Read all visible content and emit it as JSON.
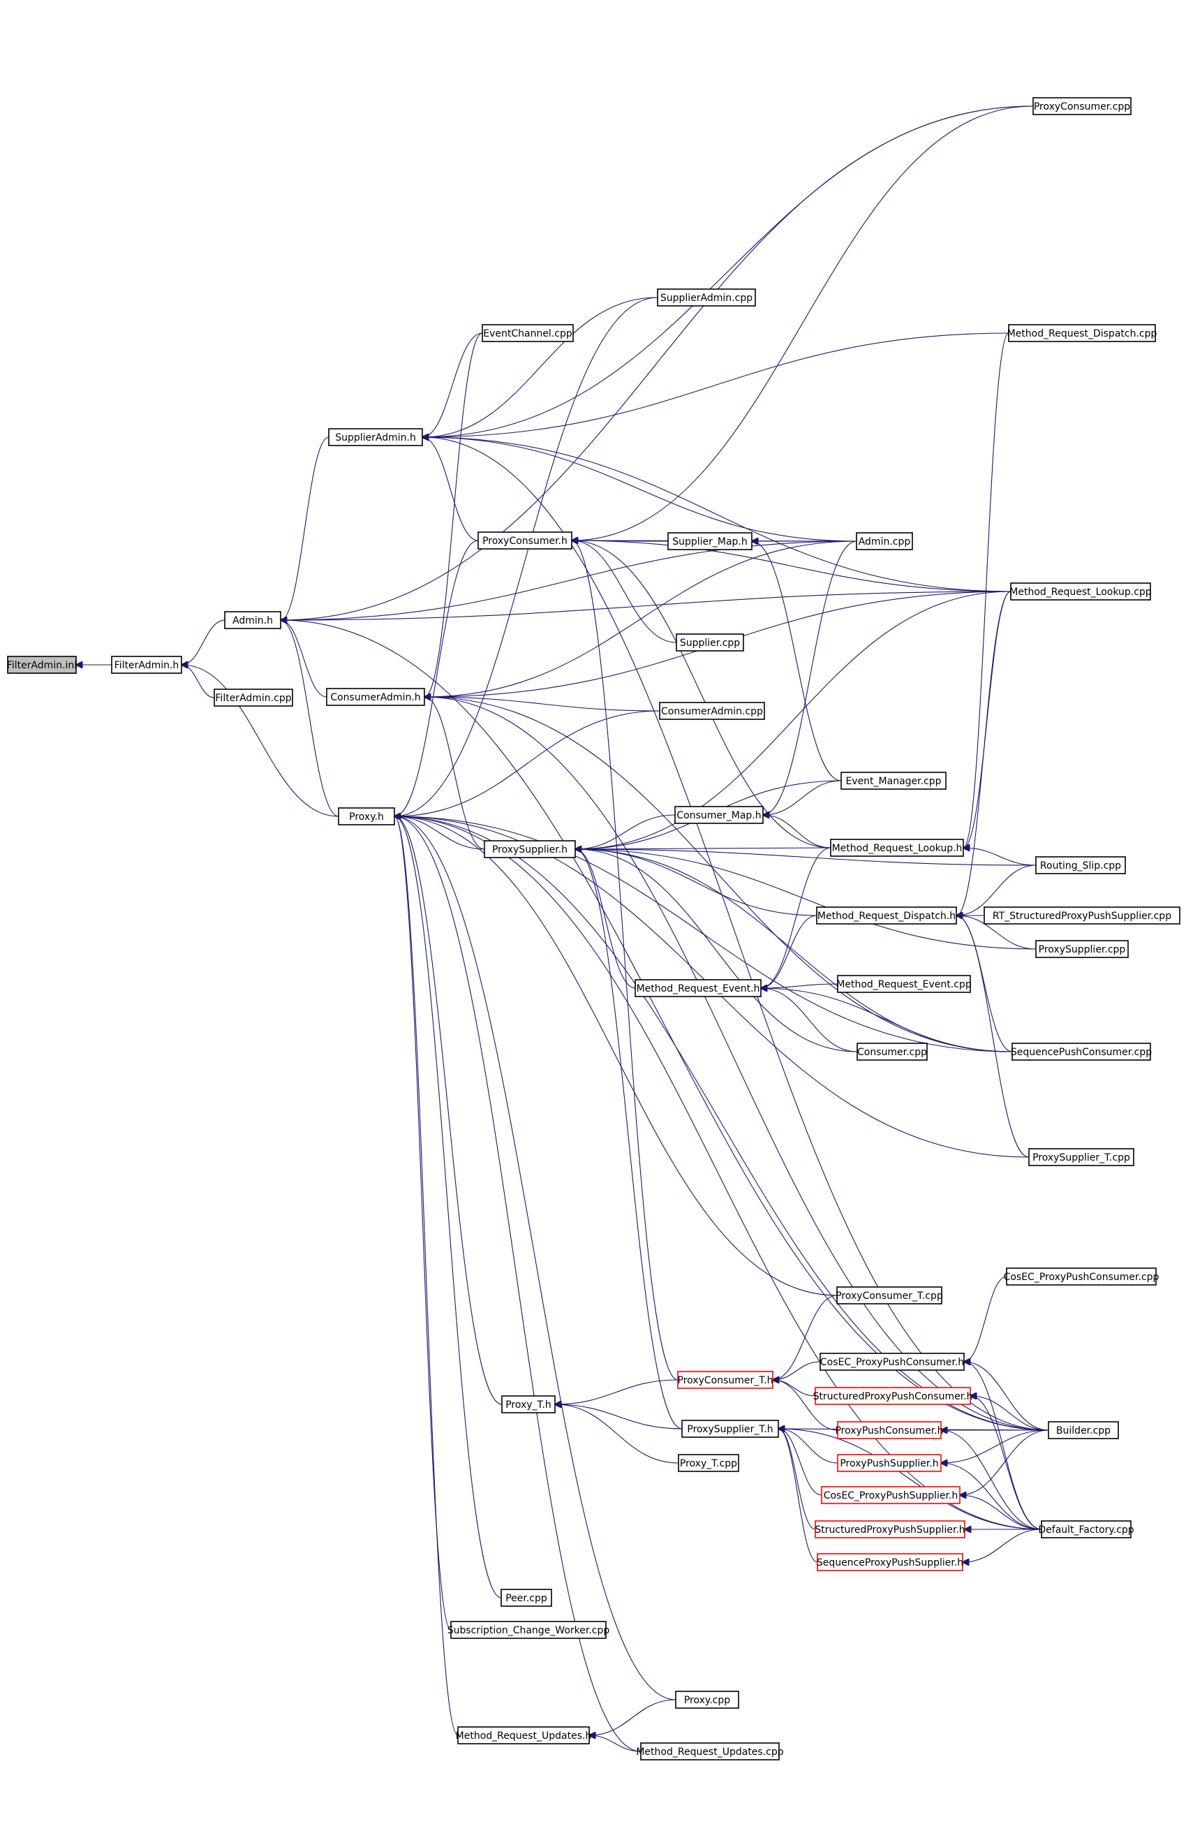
{
  "graph": {
    "edge_color": "#191970",
    "node_border_color": "#000000",
    "truncated_node_border_color": "#ff0000",
    "root_fill_color": "#bfbfbf",
    "nodes": [
      {
        "id": "filteradmin_inl",
        "label": "FilterAdmin.inl",
        "root": true
      },
      {
        "id": "filteradmin_h",
        "label": "FilterAdmin.h"
      },
      {
        "id": "filteradmin_cpp",
        "label": "FilterAdmin.cpp"
      },
      {
        "id": "admin_h",
        "label": "Admin.h"
      },
      {
        "id": "supplieradmin_h",
        "label": "SupplierAdmin.h"
      },
      {
        "id": "consumeradmin_h",
        "label": "ConsumerAdmin.h"
      },
      {
        "id": "proxy_h",
        "label": "Proxy.h"
      },
      {
        "id": "eventchannel_cpp",
        "label": "EventChannel.cpp"
      },
      {
        "id": "supplieradmin_cpp",
        "label": "SupplierAdmin.cpp"
      },
      {
        "id": "proxyconsumer_h",
        "label": "ProxyConsumer.h"
      },
      {
        "id": "supplier_map_h",
        "label": "Supplier_Map.h"
      },
      {
        "id": "supplier_cpp",
        "label": "Supplier.cpp"
      },
      {
        "id": "consumeradmin_cpp",
        "label": "ConsumerAdmin.cpp"
      },
      {
        "id": "proxysupplier_h",
        "label": "ProxySupplier.h"
      },
      {
        "id": "consumer_map_h",
        "label": "Consumer_Map.h"
      },
      {
        "id": "mr_event_h",
        "label": "Method_Request_Event.h"
      },
      {
        "id": "mr_event_cpp",
        "label": "Method_Request_Event.cpp"
      },
      {
        "id": "consumer_cpp",
        "label": "Consumer.cpp"
      },
      {
        "id": "proxyconsumer_cpp",
        "label": "ProxyConsumer.cpp"
      },
      {
        "id": "mr_dispatch_cpp",
        "label": "Method_Request_Dispatch.cpp"
      },
      {
        "id": "admin_cpp",
        "label": "Admin.cpp"
      },
      {
        "id": "mr_lookup_cpp",
        "label": "Method_Request_Lookup.cpp"
      },
      {
        "id": "event_manager_cpp",
        "label": "Event_Manager.cpp"
      },
      {
        "id": "mr_lookup_h",
        "label": "Method_Request_Lookup.h"
      },
      {
        "id": "routing_slip_cpp",
        "label": "Routing_Slip.cpp"
      },
      {
        "id": "mr_dispatch_h",
        "label": "Method_Request_Dispatch.h"
      },
      {
        "id": "rt_sppsupplier_cpp",
        "label": "RT_StructuredProxyPushSupplier.cpp"
      },
      {
        "id": "proxysupplier_cpp",
        "label": "ProxySupplier.cpp"
      },
      {
        "id": "seqpushconsumer_cpp",
        "label": "SequencePushConsumer.cpp"
      },
      {
        "id": "proxysupplier_t_cpp",
        "label": "ProxySupplier_T.cpp"
      },
      {
        "id": "cosec_ppc_cpp",
        "label": "CosEC_ProxyPushConsumer.cpp"
      },
      {
        "id": "proxyconsumer_t_cpp",
        "label": "ProxyConsumer_T.cpp"
      },
      {
        "id": "proxyconsumer_t_h",
        "label": "ProxyConsumer_T.h",
        "truncated": true
      },
      {
        "id": "cosec_ppc_h",
        "label": "CosEC_ProxyPushConsumer.h"
      },
      {
        "id": "structured_ppc_h",
        "label": "StructuredProxyPushConsumer.h",
        "truncated": true
      },
      {
        "id": "proxy_t_h",
        "label": "Proxy_T.h"
      },
      {
        "id": "proxysupplier_t_h",
        "label": "ProxySupplier_T.h"
      },
      {
        "id": "proxypushconsumer_h",
        "label": "ProxyPushConsumer.h",
        "truncated": true
      },
      {
        "id": "builder_cpp",
        "label": "Builder.cpp"
      },
      {
        "id": "proxypushsupplier_h",
        "label": "ProxyPushSupplier.h",
        "truncated": true
      },
      {
        "id": "proxy_t_cpp",
        "label": "Proxy_T.cpp"
      },
      {
        "id": "cosec_pps_h",
        "label": "CosEC_ProxyPushSupplier.h",
        "truncated": true
      },
      {
        "id": "structured_pps_h",
        "label": "StructuredProxyPushSupplier.h",
        "truncated": true
      },
      {
        "id": "default_factory_cpp",
        "label": "Default_Factory.cpp"
      },
      {
        "id": "seq_pps_h",
        "label": "SequenceProxyPushSupplier.h",
        "truncated": true
      },
      {
        "id": "peer_cpp",
        "label": "Peer.cpp"
      },
      {
        "id": "sub_change_worker_cpp",
        "label": "Subscription_Change_Worker.cpp"
      },
      {
        "id": "proxy_cpp",
        "label": "Proxy.cpp"
      },
      {
        "id": "mr_updates_h",
        "label": "Method_Request_Updates.h"
      },
      {
        "id": "mr_updates_cpp",
        "label": "Method_Request_Updates.cpp"
      }
    ],
    "edges": [
      [
        "filteradmin_h",
        "filteradmin_inl"
      ],
      [
        "admin_h",
        "filteradmin_h"
      ],
      [
        "filteradmin_cpp",
        "filteradmin_h"
      ],
      [
        "proxy_h",
        "filteradmin_h"
      ],
      [
        "supplieradmin_h",
        "admin_h"
      ],
      [
        "consumeradmin_h",
        "admin_h"
      ],
      [
        "proxy_h",
        "admin_h"
      ],
      [
        "admin_cpp",
        "admin_h"
      ],
      [
        "proxyconsumer_cpp",
        "admin_h"
      ],
      [
        "mr_lookup_cpp",
        "admin_h"
      ],
      [
        "builder_cpp",
        "admin_h"
      ],
      [
        "eventchannel_cpp",
        "supplieradmin_h"
      ],
      [
        "supplieradmin_cpp",
        "supplieradmin_h"
      ],
      [
        "proxyconsumer_h",
        "supplieradmin_h"
      ],
      [
        "admin_cpp",
        "supplieradmin_h"
      ],
      [
        "mr_dispatch_cpp",
        "supplieradmin_h"
      ],
      [
        "proxyconsumer_cpp",
        "supplieradmin_h"
      ],
      [
        "mr_lookup_cpp",
        "supplieradmin_h"
      ],
      [
        "builder_cpp",
        "supplieradmin_h"
      ],
      [
        "consumeradmin_cpp",
        "consumeradmin_h"
      ],
      [
        "proxysupplier_h",
        "consumeradmin_h"
      ],
      [
        "eventchannel_cpp",
        "consumeradmin_h"
      ],
      [
        "admin_cpp",
        "consumeradmin_h"
      ],
      [
        "mr_lookup_cpp",
        "consumeradmin_h"
      ],
      [
        "seqpushconsumer_cpp",
        "consumeradmin_h"
      ],
      [
        "builder_cpp",
        "consumeradmin_h"
      ],
      [
        "proxyconsumer_h",
        "proxy_h"
      ],
      [
        "proxysupplier_h",
        "proxy_h"
      ],
      [
        "consumeradmin_cpp",
        "proxy_h"
      ],
      [
        "supplieradmin_cpp",
        "proxy_h"
      ],
      [
        "proxy_t_h",
        "proxy_h"
      ],
      [
        "peer_cpp",
        "proxy_h"
      ],
      [
        "sub_change_worker_cpp",
        "proxy_h"
      ],
      [
        "proxy_cpp",
        "proxy_h"
      ],
      [
        "mr_updates_h",
        "proxy_h"
      ],
      [
        "mr_updates_cpp",
        "proxy_h"
      ],
      [
        "default_factory_cpp",
        "proxy_h"
      ],
      [
        "builder_cpp",
        "proxy_h"
      ],
      [
        "proxyconsumer_t_cpp",
        "proxy_h"
      ],
      [
        "seqpushconsumer_cpp",
        "proxy_h"
      ],
      [
        "proxysupplier_t_cpp",
        "proxy_h"
      ],
      [
        "supplier_map_h",
        "proxyconsumer_h"
      ],
      [
        "supplier_cpp",
        "proxyconsumer_h"
      ],
      [
        "admin_cpp",
        "proxyconsumer_h"
      ],
      [
        "proxyconsumer_cpp",
        "proxyconsumer_h"
      ],
      [
        "mr_lookup_h",
        "proxyconsumer_h"
      ],
      [
        "proxyconsumer_t_h",
        "proxyconsumer_h"
      ],
      [
        "mr_lookup_cpp",
        "proxyconsumer_h"
      ],
      [
        "admin_cpp",
        "supplier_map_h"
      ],
      [
        "event_manager_cpp",
        "supplier_map_h"
      ],
      [
        "consumer_map_h",
        "proxysupplier_h"
      ],
      [
        "mr_lookup_h",
        "proxysupplier_h"
      ],
      [
        "routing_slip_cpp",
        "proxysupplier_h"
      ],
      [
        "mr_dispatch_h",
        "proxysupplier_h"
      ],
      [
        "mr_event_h",
        "proxysupplier_h"
      ],
      [
        "consumer_cpp",
        "proxysupplier_h"
      ],
      [
        "proxysupplier_cpp",
        "proxysupplier_h"
      ],
      [
        "seqpushconsumer_cpp",
        "proxysupplier_h"
      ],
      [
        "proxysupplier_t_h",
        "proxysupplier_h"
      ],
      [
        "event_manager_cpp",
        "proxysupplier_h"
      ],
      [
        "mr_lookup_cpp",
        "proxysupplier_h"
      ],
      [
        "event_manager_cpp",
        "consumer_map_h"
      ],
      [
        "mr_lookup_h",
        "consumer_map_h"
      ],
      [
        "admin_cpp",
        "consumer_map_h"
      ],
      [
        "mr_lookup_cpp",
        "mr_lookup_h"
      ],
      [
        "routing_slip_cpp",
        "mr_lookup_h"
      ],
      [
        "mr_dispatch_cpp",
        "mr_lookup_h"
      ],
      [
        "rt_sppsupplier_cpp",
        "mr_dispatch_h"
      ],
      [
        "proxysupplier_cpp",
        "mr_dispatch_h"
      ],
      [
        "seqpushconsumer_cpp",
        "mr_dispatch_h"
      ],
      [
        "proxysupplier_t_cpp",
        "mr_dispatch_h"
      ],
      [
        "mr_lookup_cpp",
        "mr_dispatch_h"
      ],
      [
        "routing_slip_cpp",
        "mr_dispatch_h"
      ],
      [
        "mr_event_cpp",
        "mr_event_h"
      ],
      [
        "consumer_cpp",
        "mr_event_h"
      ],
      [
        "mr_dispatch_h",
        "mr_event_h"
      ],
      [
        "mr_lookup_h",
        "mr_event_h"
      ],
      [
        "seqpushconsumer_cpp",
        "mr_event_h"
      ],
      [
        "proxyconsumer_t_cpp",
        "proxyconsumer_t_h"
      ],
      [
        "cosec_ppc_h",
        "proxyconsumer_t_h"
      ],
      [
        "structured_ppc_h",
        "proxyconsumer_t_h"
      ],
      [
        "proxypushconsumer_h",
        "proxyconsumer_t_h"
      ],
      [
        "proxyconsumer_t_h",
        "proxy_t_h"
      ],
      [
        "proxysupplier_t_h",
        "proxy_t_h"
      ],
      [
        "proxy_t_cpp",
        "proxy_t_h"
      ],
      [
        "proxypushsupplier_h",
        "proxysupplier_t_h"
      ],
      [
        "cosec_pps_h",
        "proxysupplier_t_h"
      ],
      [
        "structured_pps_h",
        "proxysupplier_t_h"
      ],
      [
        "seq_pps_h",
        "proxysupplier_t_h"
      ],
      [
        "builder_cpp",
        "proxysupplier_t_h"
      ],
      [
        "default_factory_cpp",
        "proxysupplier_t_h"
      ],
      [
        "cosec_ppc_cpp",
        "cosec_ppc_h"
      ],
      [
        "builder_cpp",
        "cosec_ppc_h"
      ],
      [
        "default_factory_cpp",
        "cosec_ppc_h"
      ],
      [
        "builder_cpp",
        "structured_ppc_h"
      ],
      [
        "default_factory_cpp",
        "structured_ppc_h"
      ],
      [
        "builder_cpp",
        "proxypushconsumer_h"
      ],
      [
        "default_factory_cpp",
        "proxypushconsumer_h"
      ],
      [
        "builder_cpp",
        "proxypushsupplier_h"
      ],
      [
        "default_factory_cpp",
        "proxypushsupplier_h"
      ],
      [
        "builder_cpp",
        "cosec_pps_h"
      ],
      [
        "default_factory_cpp",
        "cosec_pps_h"
      ],
      [
        "default_factory_cpp",
        "structured_pps_h"
      ],
      [
        "default_factory_cpp",
        "seq_pps_h"
      ],
      [
        "proxy_cpp",
        "mr_updates_h"
      ],
      [
        "mr_updates_cpp",
        "mr_updates_h"
      ]
    ]
  }
}
